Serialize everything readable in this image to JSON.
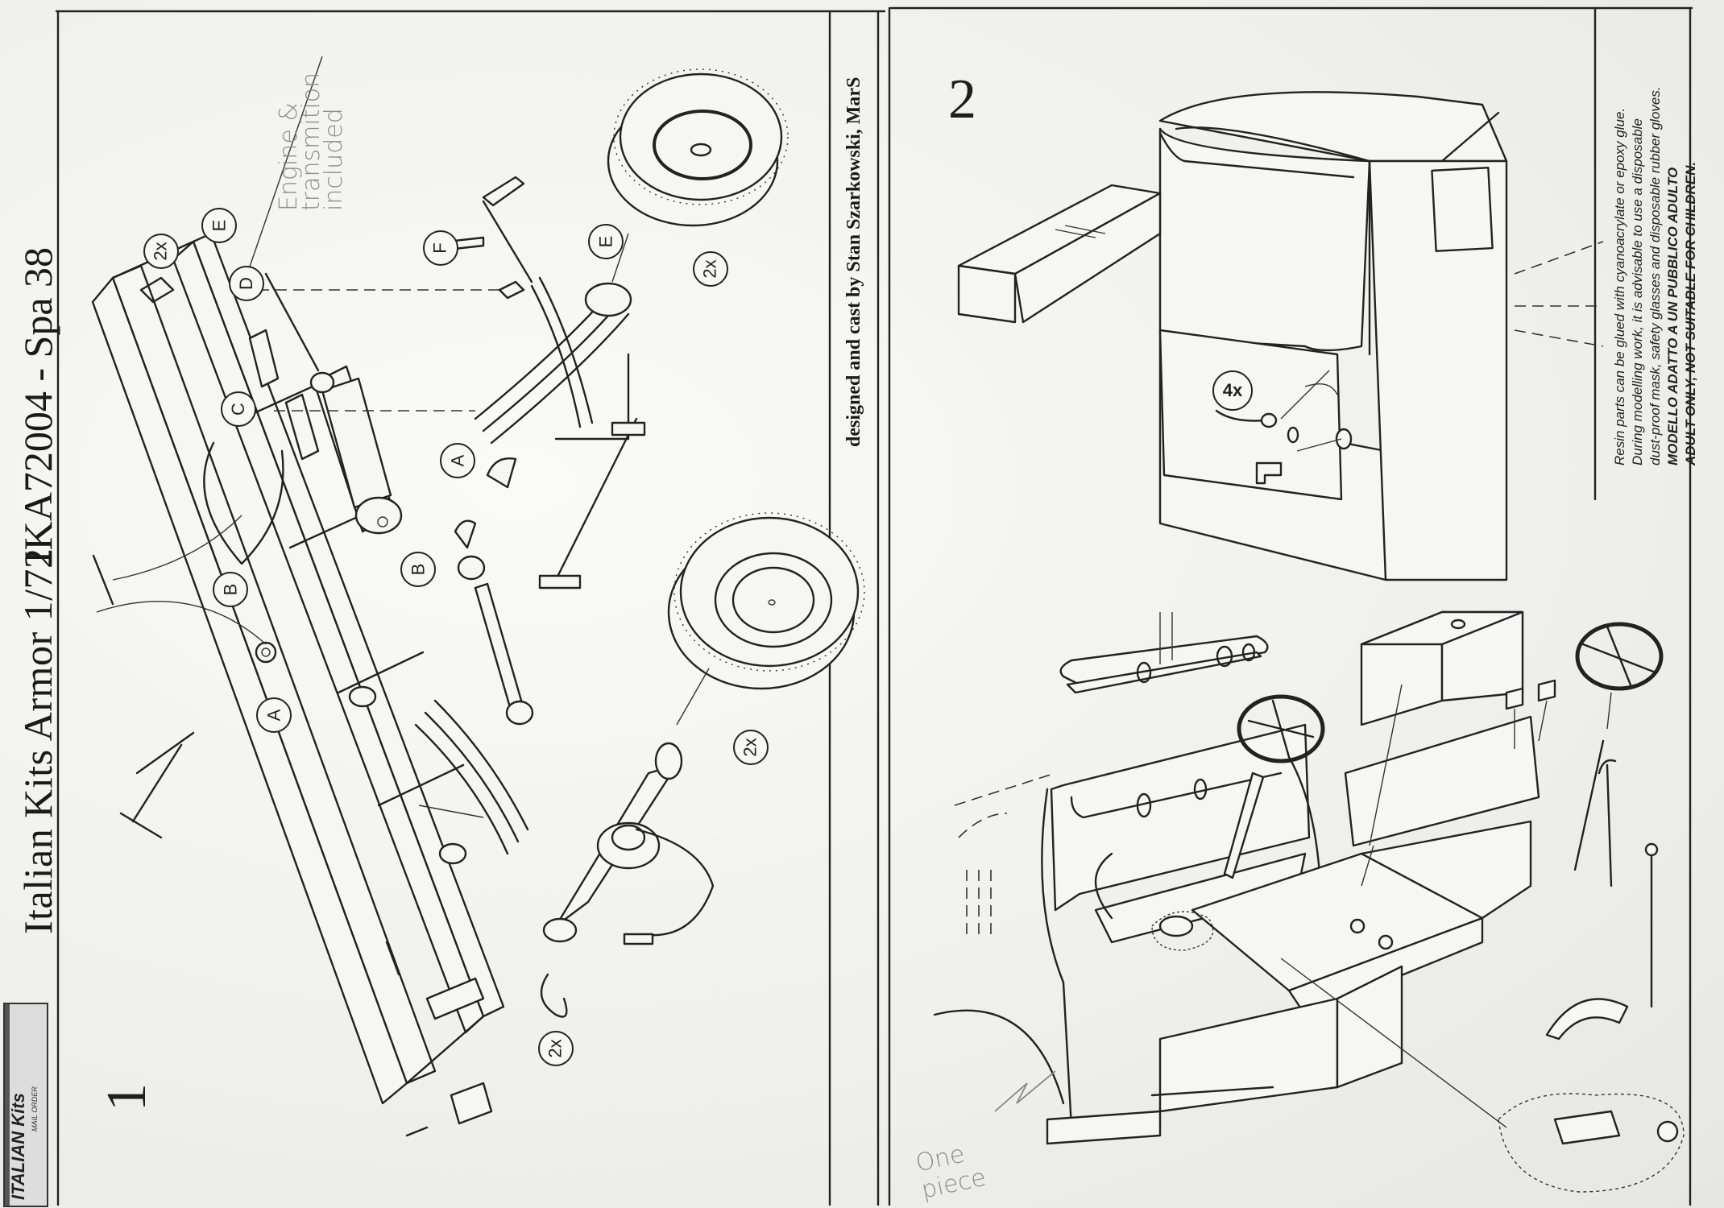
{
  "header": {
    "brand_title": "Italian Kits Armor 1/72",
    "product_code": "IKA72004 - Spa 38"
  },
  "logo": {
    "main": "Kits",
    "sub": "ITALIAN",
    "tagline": "MAIL ORDER"
  },
  "credit": "designed and cast by Stan Szarkowski, MarS",
  "steps": [
    {
      "number": "1",
      "callouts": [
        "E",
        "2x",
        "D",
        "C",
        "F",
        "E",
        "2x",
        "A",
        "B",
        "B",
        "A",
        "2x",
        "2x"
      ],
      "handwritten_note": "Engine &\ntransmition\nincluded"
    },
    {
      "number": "2",
      "callouts": [
        "4x"
      ],
      "handwritten_note": "One\npiece"
    }
  ],
  "warning": {
    "lines": [
      "Resin parts can be glued with cyanoacrylate or epoxy glue.",
      "During modelling work, it is advisable to use a disposable",
      "dust-proof mask, safety glasses and disposable rubber gloves."
    ],
    "italian": "MODELLO ADATTO A UN PUBBLICO ADULTO",
    "english": "ADULT ONLY, NOT SUITABLE FOR CHILDREN."
  }
}
